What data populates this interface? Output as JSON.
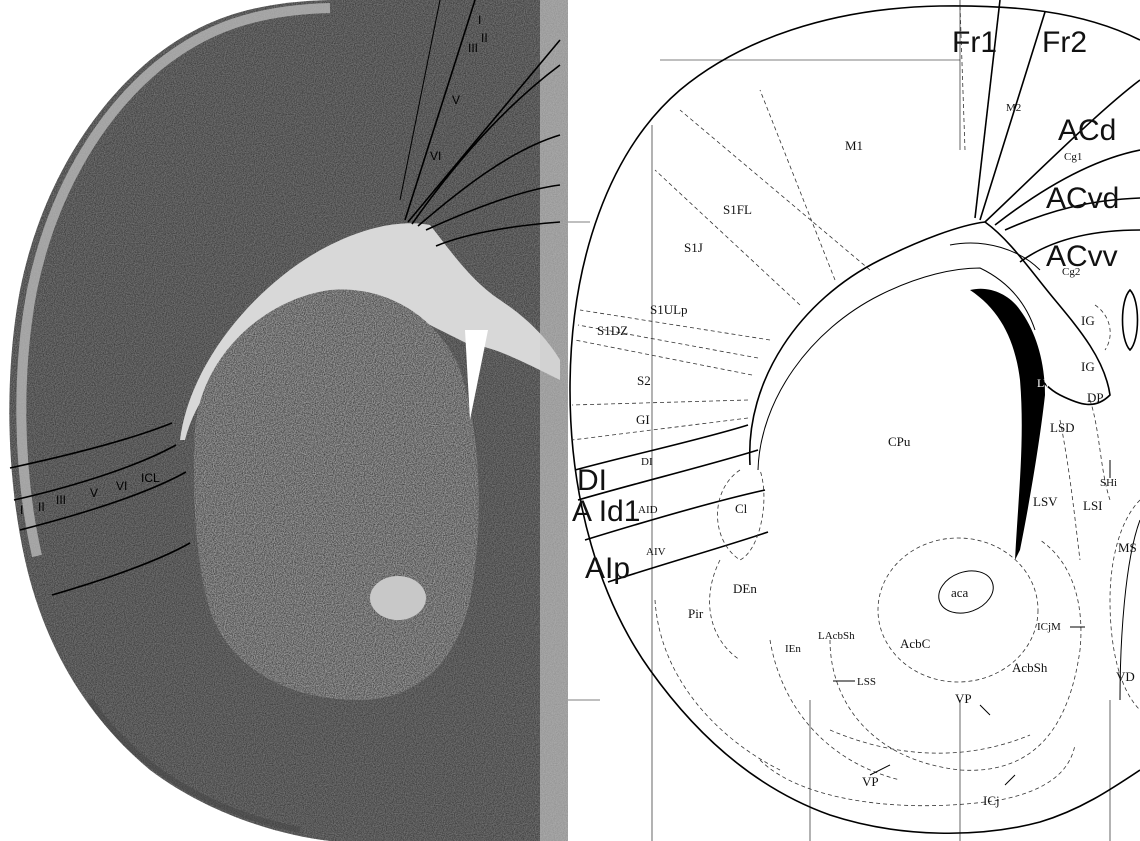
{
  "histology_layers": {
    "top": [
      "I",
      "II",
      "III",
      "V",
      "VI"
    ],
    "bottom": [
      "I",
      "II",
      "III",
      "V",
      "VI",
      "ICL"
    ]
  },
  "atlas_labels": {
    "large": {
      "fr1": "Fr1",
      "fr2": "Fr2",
      "acd": "ACd",
      "acvd": "ACvd",
      "acvv": "ACvv",
      "di": "DI",
      "aid1": "A Id1",
      "aip": "AIp"
    },
    "regions": {
      "m1": "M1",
      "m2": "M2",
      "cg1": "Cg1",
      "cg2": "Cg2",
      "s1fl": "S1FL",
      "s1j": "S1J",
      "s1ulp": "S1ULp",
      "s1dz": "S1DZ",
      "s2": "S2",
      "gi": "GI",
      "di_small": "DI",
      "aid": "AID",
      "aiv": "AIV",
      "cl": "Cl",
      "den": "DEn",
      "pir": "Pir",
      "ien": "IEn",
      "lacbsh": "LAcbSh",
      "lss": "LSS",
      "acbc": "AcbC",
      "acbsh": "AcbSh",
      "aca": "aca",
      "icjm": "ICjM",
      "cpu": "CPu",
      "lv": "LV",
      "lsd": "LSD",
      "lsv": "LSV",
      "lsi": "LSI",
      "shi": "SHi",
      "dp": "DP",
      "ig1": "IG",
      "ig2": "IG",
      "ms": "MS",
      "vd": "VD",
      "vp1": "VP",
      "vp2": "VP",
      "icj": "ICj"
    }
  },
  "colors": {
    "ink": "#000000",
    "ventricle": "#000000",
    "tissue": "#6e6e6e",
    "white_matter": "#cfcfcf"
  },
  "icons": [
    "nissl-section",
    "atlas-plate"
  ]
}
